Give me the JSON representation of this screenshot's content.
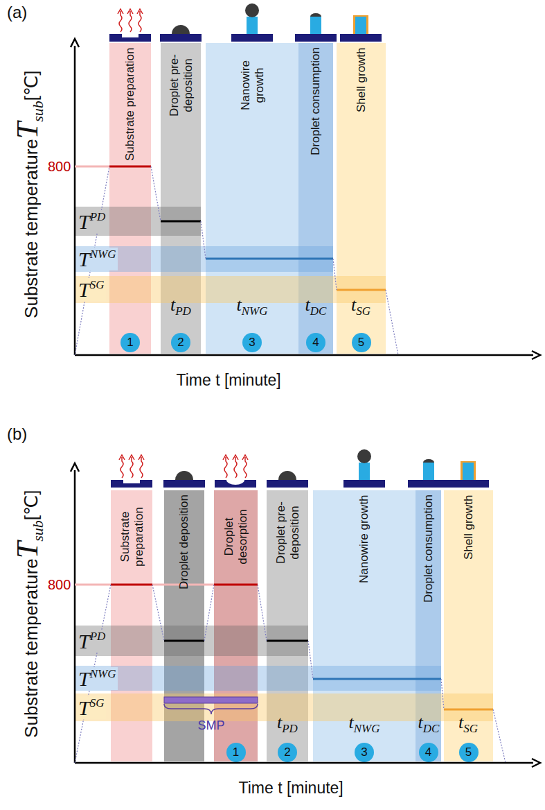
{
  "diagram": {
    "nodes": [
      {
        "text": [
          "Substrate preparation"
        ]
      },
      {
        "text": [
          "1"
        ],
        "in": 0
      },
      {
        "text": [
          "Droplet pre-deposition"
        ]
      },
      {
        "text": [
          "2"
        ],
        "in": 2
      },
      {
        "text": [
          "Nanowire growth"
        ]
      },
      {
        "text": [
          "3"
        ],
        "in": 4
      },
      {
        "text": [
          "Droplet consumption"
        ]
      },
      {
        "text": [
          "4"
        ],
        "in": 6
      },
      {
        "text": [
          "Shell growth"
        ]
      },
      {
        "text": [
          "5"
        ],
        "in": 8
      },
      {
        "text": [
          "T",
          "PD"
        ]
      },
      {
        "text": [
          "T",
          "NWG"
        ]
      },
      {
        "text": [
          "T",
          "SG"
        ]
      },
      {
        "text": [
          "Substrate preparation"
        ]
      },
      {
        "text": [
          "Droplet deposition"
        ]
      },
      {
        "text": [
          "Droplet desorption"
        ]
      },
      {
        "text": [
          "1"
        ],
        "in": 15
      },
      {
        "text": [
          "Droplet pre-deposition"
        ]
      },
      {
        "text": [
          "2"
        ],
        "in": 17
      },
      {
        "text": [
          "Nanowire growth"
        ]
      },
      {
        "text": [
          "3"
        ],
        "in": 19
      },
      {
        "text": [
          "Droplet consumption"
        ]
      },
      {
        "text": [
          "4"
        ],
        "in": 21
      },
      {
        "text": [
          "Shell growth"
        ]
      },
      {
        "text": [
          "5"
        ],
        "in": 23
      },
      {
        "text": [
          "T",
          "PD"
        ]
      },
      {
        "text": [
          "T",
          "NWG"
        ]
      },
      {
        "text": [
          "T",
          "SG"
        ]
      }
    ],
    "labels": [
      "(a)",
      "Substrate temperature",
      "T",
      "sub",
      "[℃]",
      "800",
      "t",
      "PD",
      "t",
      "NWG",
      "t",
      "DC",
      "t",
      "SG",
      "Time t [minute]",
      "(b)",
      "Substrate temperature",
      "T",
      "sub",
      "[℃]",
      "800",
      "t",
      "PD",
      "t",
      "NWG",
      "t",
      "DC",
      "t",
      "SG",
      "SMP",
      "Time t [minute]"
    ]
  }
}
